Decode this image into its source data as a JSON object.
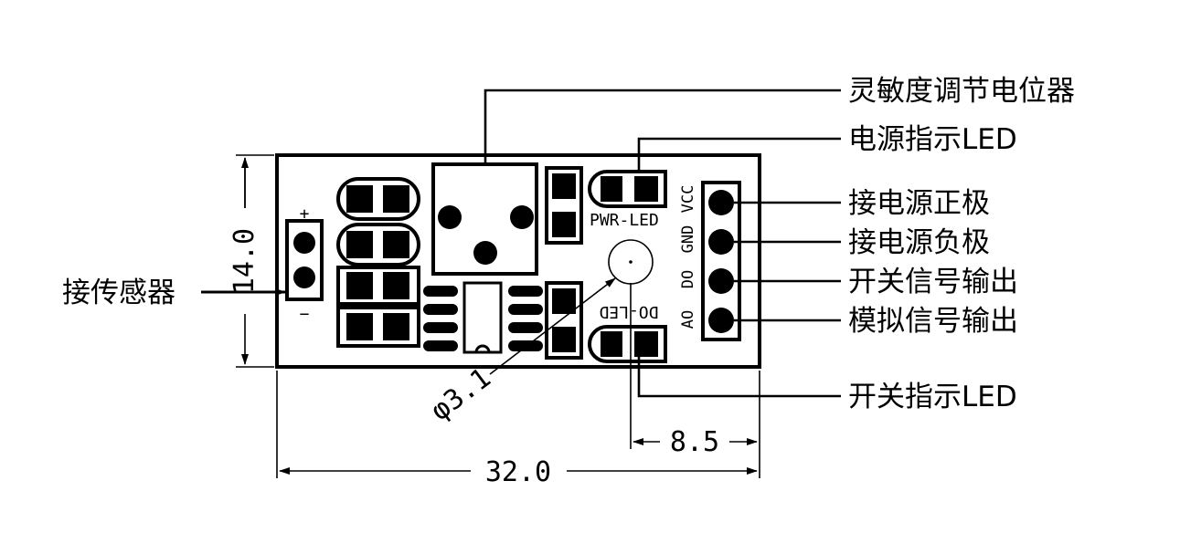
{
  "labels": {
    "pot": "灵敏度调节电位器",
    "power_led": "电源指示LED",
    "vcc_conn": "接电源正极",
    "gnd_conn": "接电源负极",
    "do_conn": "开关信号输出",
    "ao_conn": "模拟信号输出",
    "switch_led": "开关指示LED",
    "sensor": "接传感器"
  },
  "silkscreen": {
    "pwr_led": "PWR-LED",
    "do_led": "DO-LED",
    "vcc": "VCC",
    "gnd": "GND",
    "do": "DO",
    "ao": "AO",
    "plus": "+",
    "minus": "−"
  },
  "dimensions": {
    "width": "32.0",
    "height": "14.0",
    "pin_offset": "8.5",
    "hole": "φ3.1"
  }
}
